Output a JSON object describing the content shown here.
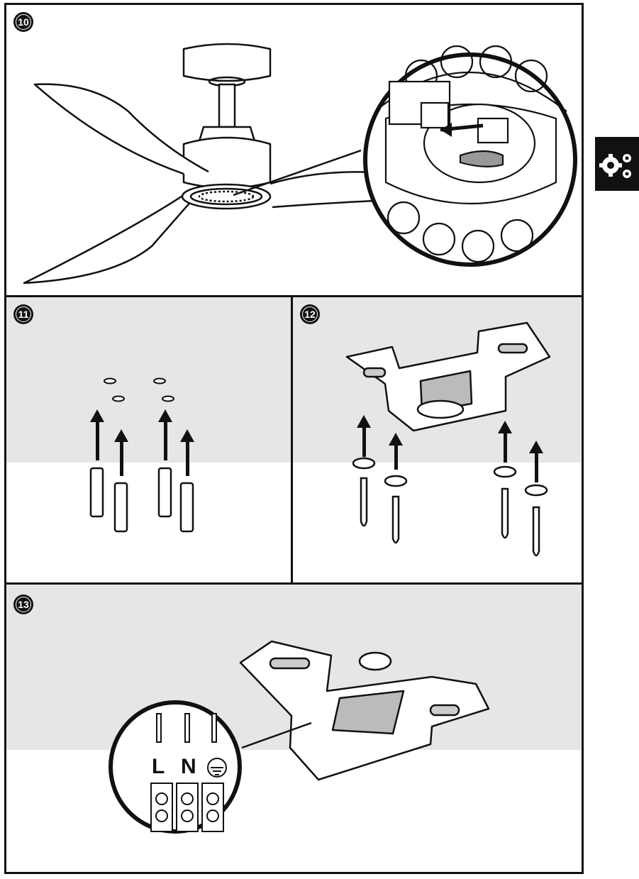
{
  "steps": [
    {
      "number": "10"
    },
    {
      "number": "11"
    },
    {
      "number": "12"
    },
    {
      "number": "13"
    }
  ],
  "wiring": {
    "live_label": "L",
    "neutral_label": "N"
  },
  "side_tab": {
    "icon": "gears-icon"
  },
  "colors": {
    "ink": "#111111",
    "shade": "#e6e6e6"
  }
}
